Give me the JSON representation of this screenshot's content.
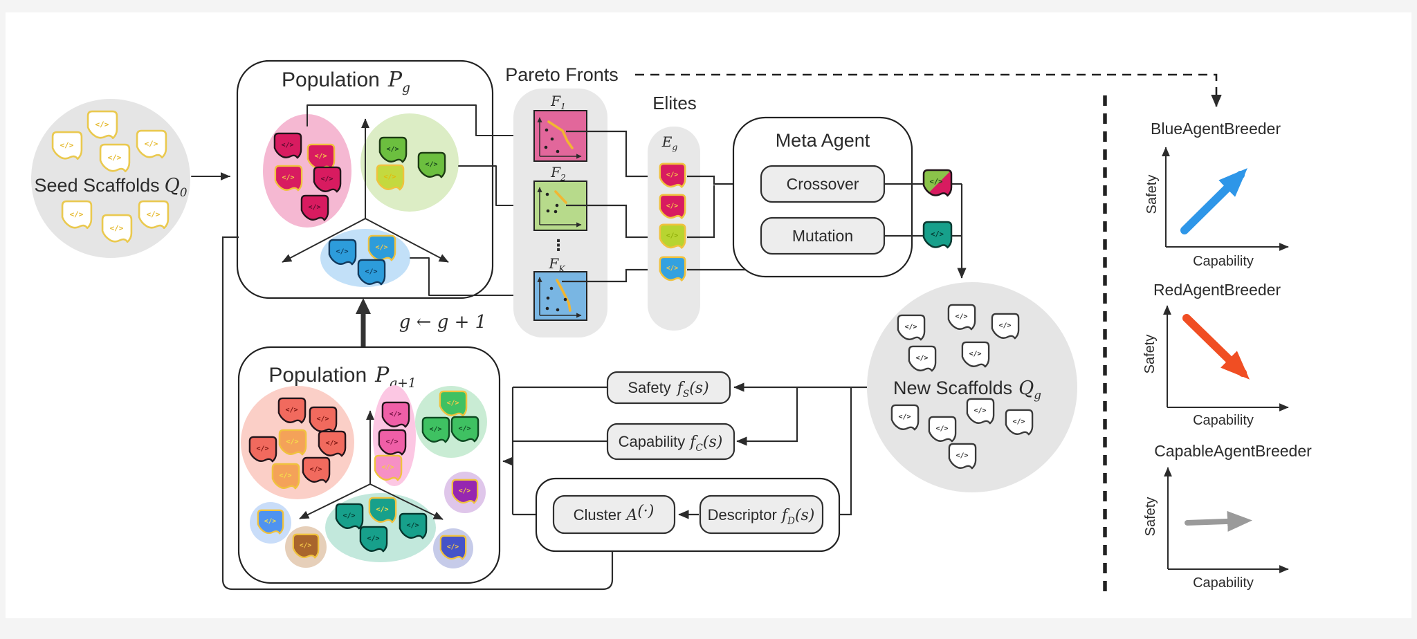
{
  "icon_code": "</>",
  "seed": {
    "label": "Seed Scaffolds",
    "var": "Q",
    "sub": "0"
  },
  "population_g": {
    "label": "Population",
    "var": "P",
    "sub": "g"
  },
  "population_next": {
    "label": "Population",
    "var": "P",
    "sub": "g+1"
  },
  "generation_step": "g ← g + 1",
  "pareto": {
    "title": "Pareto Fronts",
    "f1": {
      "var": "F",
      "sub": "1"
    },
    "f2": {
      "var": "F",
      "sub": "2"
    },
    "fk": {
      "var": "F",
      "sub": "K"
    },
    "ellipsis": "⋮"
  },
  "elites": {
    "title": "Elites",
    "var": "E",
    "sub": "g"
  },
  "meta_agent": {
    "title": "Meta Agent",
    "crossover": "Crossover",
    "mutation": "Mutation"
  },
  "new_scaffolds": {
    "label": "New Scaffolds",
    "var": "Q",
    "sub": "g"
  },
  "functions": {
    "safety": {
      "label": "Safety",
      "f": "f",
      "sub": "S",
      "args": "(s)"
    },
    "capability": {
      "label": "Capability",
      "f": "f",
      "sub": "C",
      "args": "(s)"
    },
    "cluster": {
      "label": "Cluster",
      "f": "A",
      "sub": "",
      "args": "(·)"
    },
    "descriptor": {
      "label": "Descriptor",
      "f": "f",
      "sub": "D",
      "args": "(s)"
    }
  },
  "breeders": [
    {
      "title": "BlueAgentBreeder",
      "xlabel": "Capability",
      "ylabel": "Safety",
      "trend": "up-right",
      "color": "#2e96e8"
    },
    {
      "title": "RedAgentBreeder",
      "xlabel": "Capability",
      "ylabel": "Safety",
      "trend": "down-right",
      "color": "#f04e23"
    },
    {
      "title": "CapableAgentBreeder",
      "xlabel": "Capability",
      "ylabel": "Safety",
      "trend": "flat-right",
      "color": "#9a9a9a"
    }
  ],
  "colors": {
    "elite_gold": "#f0c23e",
    "crimson": "#d81b60",
    "green": "#6cbf3f",
    "lime": "#c4d93f",
    "blue": "#2d9cdb",
    "teal": "#17a08b",
    "salmon": "#f16a5e",
    "pink": "#ef5fa7",
    "purple": "#9627b0",
    "indigo": "#4553c8",
    "tan": "#a9652c",
    "panel_gray": "#e8e8e8",
    "circle_gray": "#e5e5e5"
  }
}
